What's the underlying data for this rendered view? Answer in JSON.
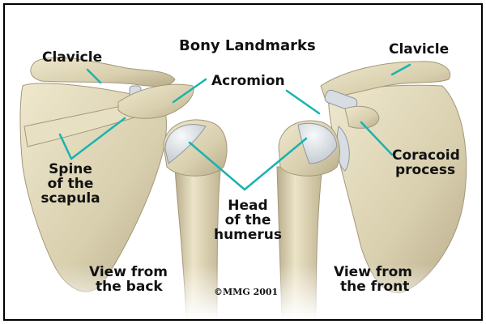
{
  "title": "Bony Landmarks",
  "labels": {
    "clavicle_left": "Clavicle",
    "clavicle_right": "Clavicle",
    "acromion": "Acromion",
    "spine_line1": "Spine",
    "spine_line2": "of the",
    "spine_line3": "scapula",
    "coracoid_line1": "Coracoid",
    "coracoid_line2": "process",
    "head_line1": "Head",
    "head_line2": "of the",
    "head_line3": "humerus",
    "view_back_line1": "View from",
    "view_back_line2": "the back",
    "view_front_line1": "View from",
    "view_front_line2": "the front"
  },
  "copyright": "©MMG 2001",
  "colors": {
    "bone": "#ddd4b4",
    "bone_shadow": "#b5a988",
    "cartilage": "#d7dde3",
    "pointer": "#1ab3b0",
    "border": "#000000"
  }
}
